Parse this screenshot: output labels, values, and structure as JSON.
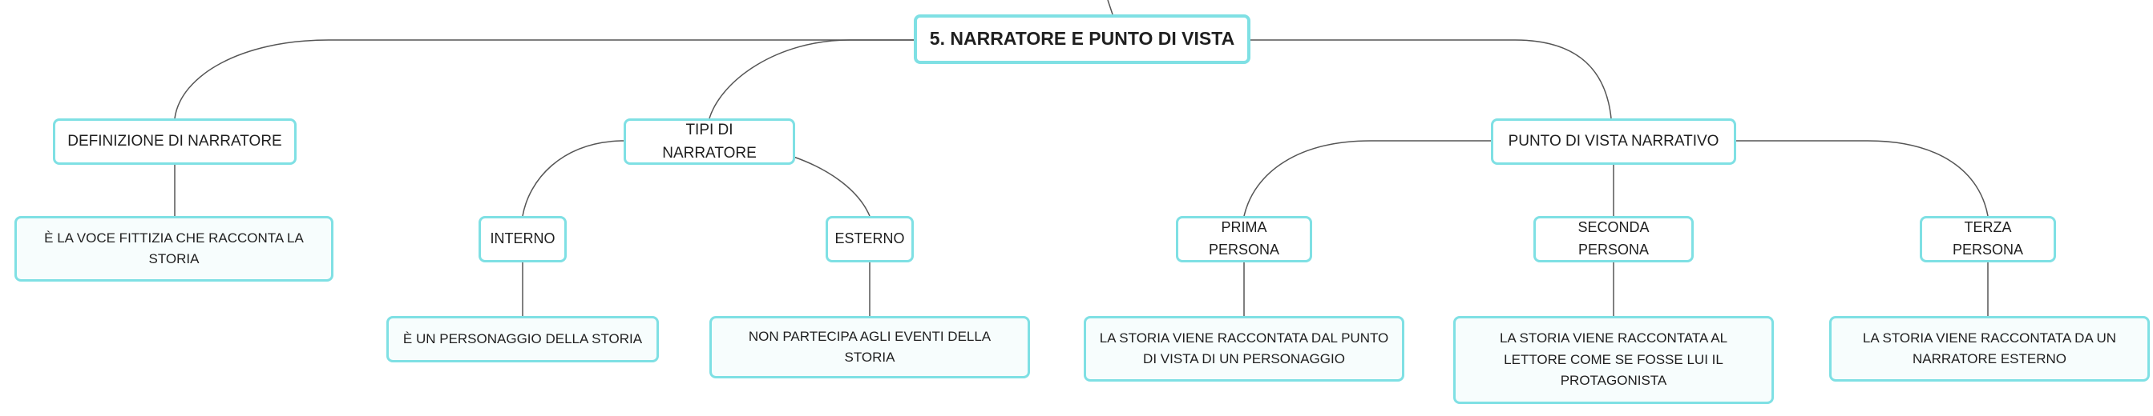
{
  "diagram": {
    "root": {
      "label": "5. NARRATORE E PUNTO DI VISTA"
    },
    "definizione": {
      "label": "DEFINIZIONE DI NARRATORE",
      "leaf": "È LA VOCE FITTIZIA CHE RACCONTA LA STORIA"
    },
    "tipi": {
      "label": "TIPI DI NARRATORE",
      "interno": {
        "label": "INTERNO",
        "leaf": "È UN PERSONAGGIO DELLA STORIA"
      },
      "esterno": {
        "label": "ESTERNO",
        "leaf": "NON PARTECIPA AGLI EVENTI DELLA STORIA"
      }
    },
    "punto": {
      "label": "PUNTO DI VISTA NARRATIVO",
      "prima": {
        "label": "PRIMA PERSONA",
        "leaf": "LA STORIA VIENE RACCONTATA DAL PUNTO DI VISTA DI UN PERSONAGGIO"
      },
      "seconda": {
        "label": "SECONDA PERSONA",
        "leaf": "LA STORIA VIENE RACCONTATA AL LETTORE COME SE FOSSE LUI IL PROTAGONISTA"
      },
      "terza": {
        "label": "TERZA PERSONA",
        "leaf": "LA STORIA VIENE RACCONTATA DA UN NARRATORE ESTERNO"
      }
    },
    "colors": {
      "node_border": "#7fe0e4",
      "node_fill": "#f7fdfd",
      "connector": "#555555",
      "text": "#1f1f1f"
    }
  }
}
